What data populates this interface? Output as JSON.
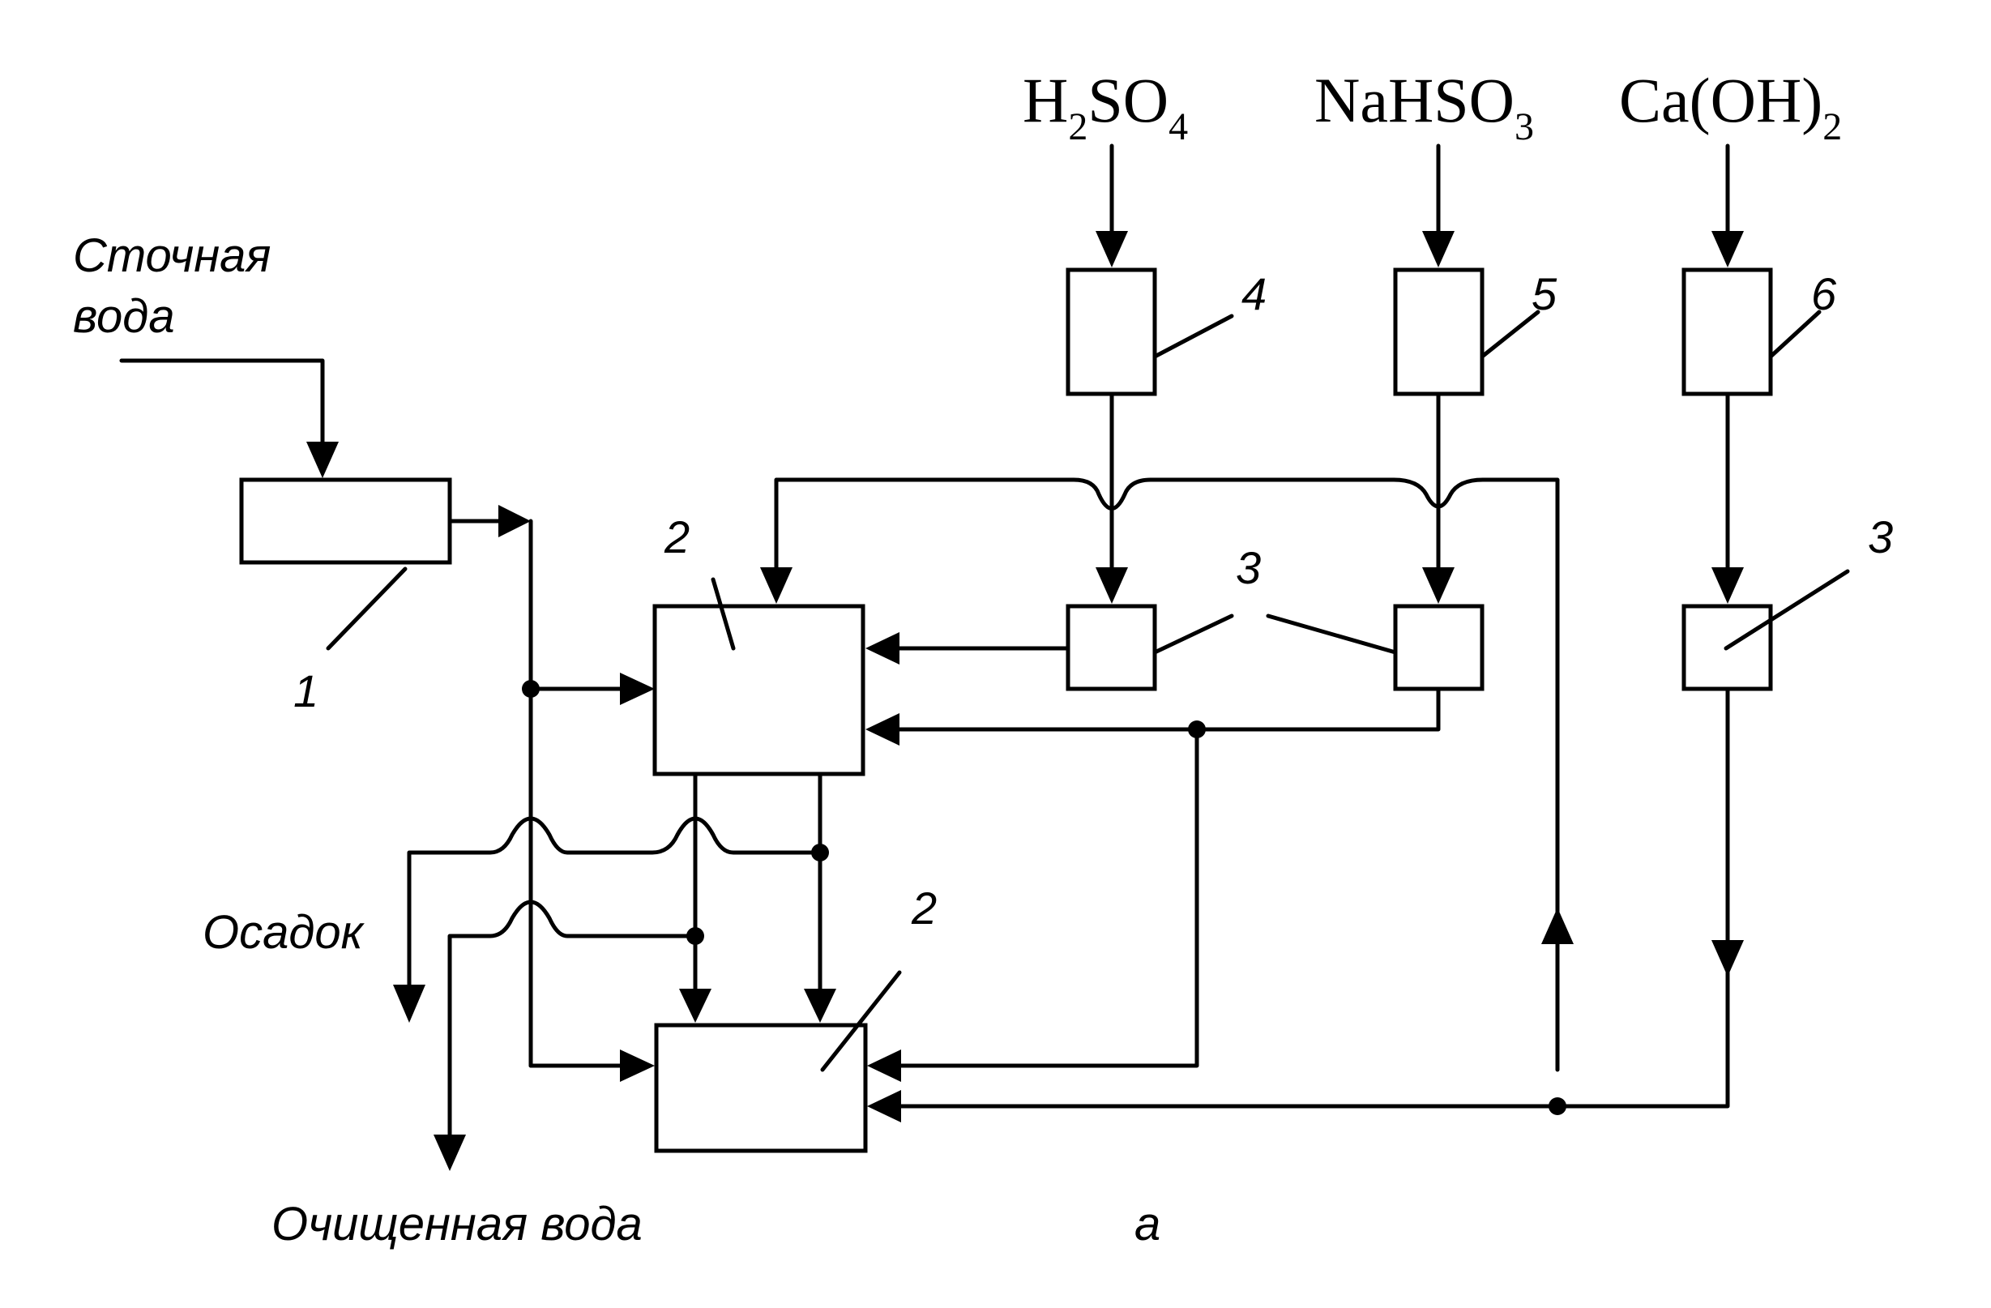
{
  "inputs": {
    "waste_water": [
      "Сточная",
      "вода"
    ]
  },
  "outputs": {
    "sediment": "Осадок",
    "treated_water": "Очищенная вода"
  },
  "reagents": [
    {
      "base": [
        "H",
        "SO"
      ],
      "subs": [
        "2",
        "4"
      ]
    },
    {
      "base": [
        "NaHSO"
      ],
      "subs": [
        "3"
      ]
    },
    {
      "base": [
        "Ca(OH)"
      ],
      "subs": [
        "2"
      ]
    }
  ],
  "numbers": {
    "n1": "1",
    "n2_top": "2",
    "n2_bottom": "2",
    "n3_pair": "3",
    "n3_right": "3",
    "n4": "4",
    "n5": "5",
    "n6": "6"
  },
  "caption": "а"
}
